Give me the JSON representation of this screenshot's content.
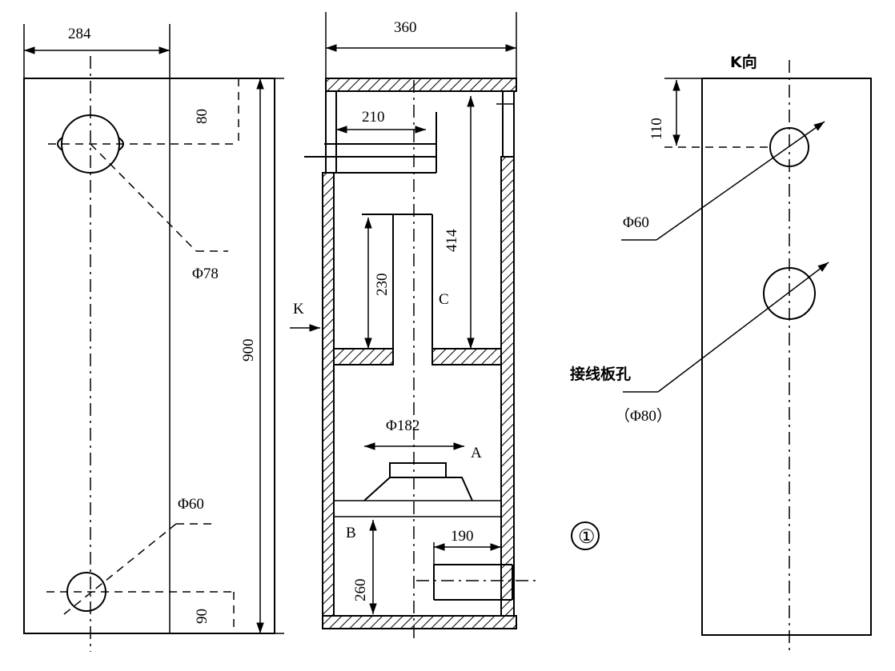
{
  "left_view": {
    "width_dim": "284",
    "top_offset_dim": "80",
    "height_dim": "900",
    "bottom_offset_dim": "90",
    "top_hole_label": "Φ78",
    "bottom_hole_label": "Φ60"
  },
  "section_view": {
    "width_dim": "360",
    "tube_len_dim": "210",
    "chamber_height_dim": "414",
    "duct_len_dim": "230",
    "chamber_c_label": "C",
    "view_arrow_label": "K",
    "driver_dia_label": "Φ182",
    "label_a": "A",
    "label_b": "B",
    "bottom_tube_dim": "190",
    "bottom_chamber_dim": "260"
  },
  "right_view": {
    "title": "K向",
    "top_offset_dim": "110",
    "upper_hole_label": "Φ60",
    "terminal_hole_label": "接线板孔",
    "terminal_hole_dia": "（Φ80）"
  },
  "figure_number": "①"
}
